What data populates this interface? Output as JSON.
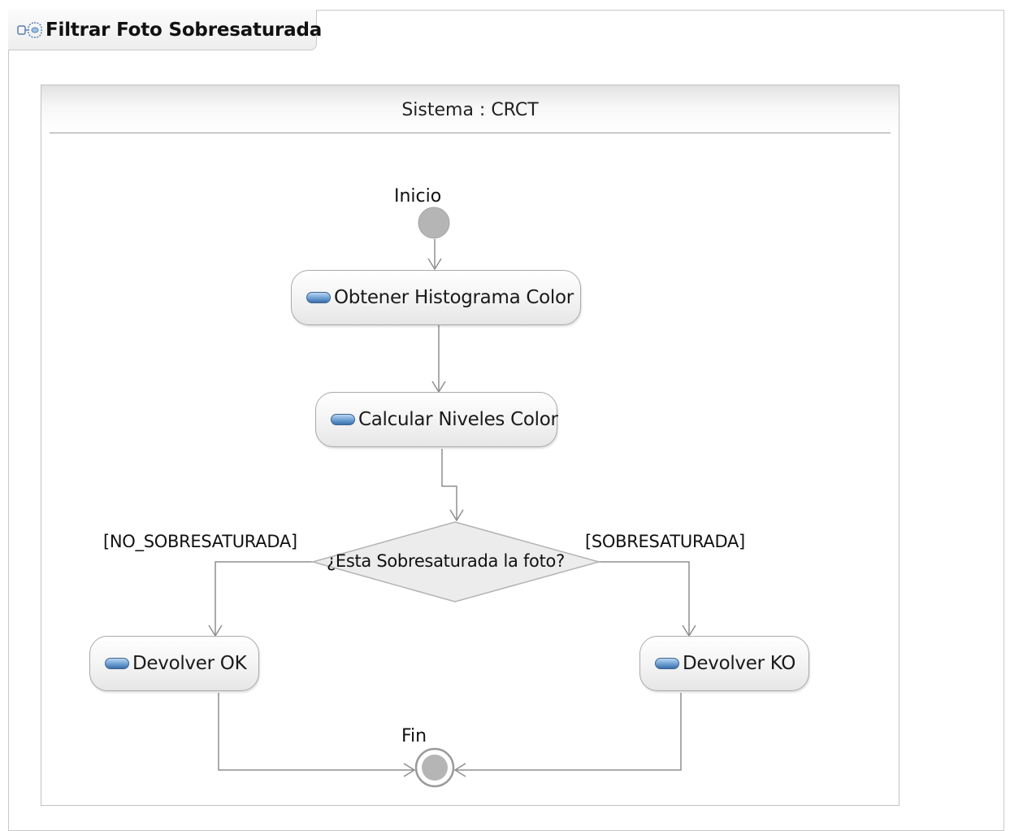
{
  "diagram": {
    "title": "Filtrar Foto Sobresaturada",
    "title_icon": "activity-diagram-icon",
    "partition": {
      "label": "Sistema : CRCT"
    },
    "nodes": {
      "initial": {
        "label": "Inicio"
      },
      "obtener": {
        "label": "Obtener Histograma Color",
        "icon": "action-icon"
      },
      "calcular": {
        "label": "Calcular Niveles Color",
        "icon": "action-icon"
      },
      "decision": {
        "label": "¿Esta Sobresaturada la foto?"
      },
      "devolver_ok": {
        "label": "Devolver OK",
        "icon": "action-icon"
      },
      "devolver_ko": {
        "label": "Devolver KO",
        "icon": "action-icon"
      },
      "final": {
        "label": "Fin"
      }
    },
    "guards": {
      "left": "[NO_SOBRESATURADA]",
      "right": "[SOBRESATURADA]"
    },
    "edges": [
      {
        "from": "initial",
        "to": "obtener"
      },
      {
        "from": "obtener",
        "to": "calcular"
      },
      {
        "from": "calcular",
        "to": "decision"
      },
      {
        "from": "decision",
        "to": "devolver_ok",
        "guard": "[NO_SOBRESATURADA]"
      },
      {
        "from": "decision",
        "to": "devolver_ko",
        "guard": "[SOBRESATURADA]"
      },
      {
        "from": "devolver_ok",
        "to": "final"
      },
      {
        "from": "devolver_ko",
        "to": "final"
      }
    ]
  },
  "colors": {
    "edge": "#8f8f8f",
    "node_fill": "#b5b5b5",
    "action_border": "#a9a9a9",
    "action_icon": "#6d9fd2"
  }
}
